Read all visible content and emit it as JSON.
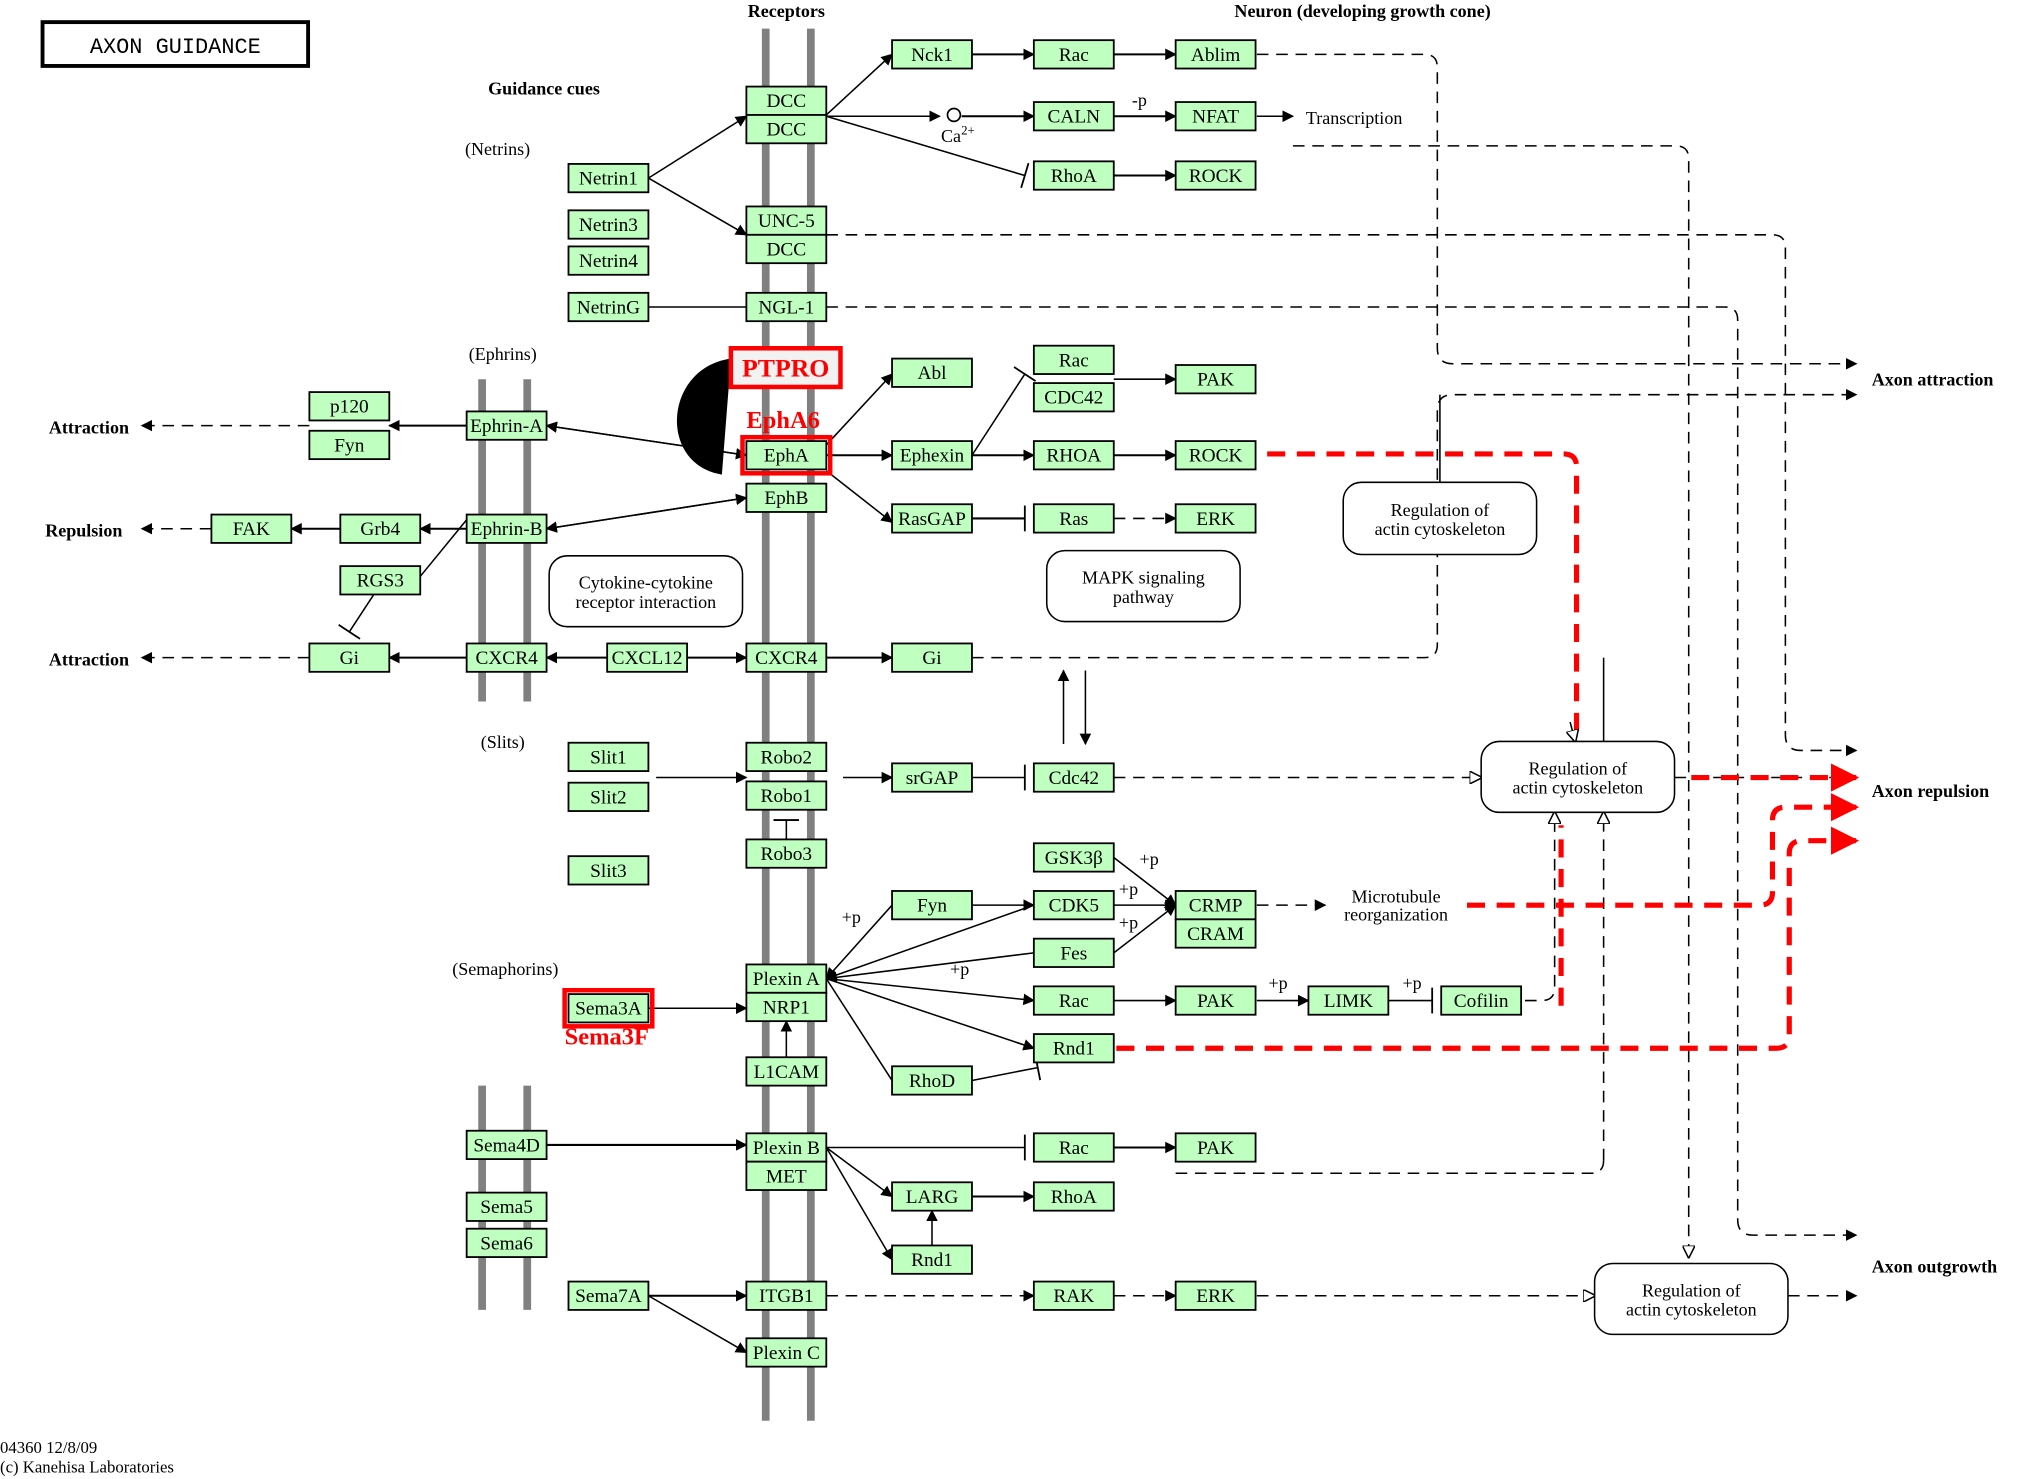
{
  "title": "AXON GUIDANCE",
  "footer": {
    "line1": "04360 12/8/09",
    "line2": "(c) Kanehisa Laboratories"
  },
  "headers": {
    "receptors": "Receptors",
    "neuron": "Neuron (developing growth cone)",
    "guidance_cues": "Guidance cues"
  },
  "groups": {
    "netrins": "(Netrins)",
    "ephrins": "(Ephrins)",
    "slits": "(Slits)",
    "semaphorins": "(Semaphorins)"
  },
  "colors": {
    "gene_fill": "#bfffbf",
    "highlight": "#ff0000",
    "membrane": "#808080"
  },
  "annotations": {
    "epha6": "EphA6",
    "sema3f": "Sema3F",
    "ca": "Ca",
    "ca_sup": "2+",
    "transcription": "Transcription",
    "microtubule1": "Microtubule",
    "microtubule2": "reorganization",
    "minus_p": "-p",
    "plus_p": "+p"
  },
  "outcomes": {
    "attraction": "Attraction",
    "repulsion": "Repulsion",
    "axon_attraction": "Axon attraction",
    "axon_repulsion": "Axon repulsion",
    "axon_outgrowth": "Axon outgrowth"
  },
  "maps": [
    {
      "id": "reg1",
      "line1": "Regulation of",
      "line2": "actin cytoskeleton"
    },
    {
      "id": "reg2",
      "line1": "Regulation of",
      "line2": "actin cytoskeleton"
    },
    {
      "id": "reg3",
      "line1": "Regulation of",
      "line2": "actin cytoskeleton"
    },
    {
      "id": "cytokine",
      "line1": "Cytokine-cytokine",
      "line2": "receptor interaction"
    },
    {
      "id": "mapk",
      "line1": "MAPK signaling",
      "line2": "pathway"
    }
  ],
  "nodes": [
    {
      "id": "netrin1",
      "label": "Netrin1"
    },
    {
      "id": "netrin3",
      "label": "Netrin3"
    },
    {
      "id": "netrin4",
      "label": "Netrin4"
    },
    {
      "id": "netring",
      "label": "NetrinG"
    },
    {
      "id": "dcc_a",
      "label": "DCC"
    },
    {
      "id": "dcc_b",
      "label": "DCC"
    },
    {
      "id": "unc5",
      "label": "UNC-5"
    },
    {
      "id": "dcc_c",
      "label": "DCC"
    },
    {
      "id": "ngl1",
      "label": "NGL-1"
    },
    {
      "id": "nck1",
      "label": "Nck1"
    },
    {
      "id": "rac1",
      "label": "Rac"
    },
    {
      "id": "ablim",
      "label": "Ablim"
    },
    {
      "id": "caln",
      "label": "CALN"
    },
    {
      "id": "nfat",
      "label": "NFAT"
    },
    {
      "id": "rhoa1",
      "label": "RhoA"
    },
    {
      "id": "rock1",
      "label": "ROCK"
    },
    {
      "id": "ptpro",
      "label": "PTPRO",
      "highlight": true
    },
    {
      "id": "epha",
      "label": "EphA",
      "highlight": true
    },
    {
      "id": "ephb",
      "label": "EphB"
    },
    {
      "id": "abl",
      "label": "Abl"
    },
    {
      "id": "rac2",
      "label": "Rac"
    },
    {
      "id": "cdc42a",
      "label": "CDC42"
    },
    {
      "id": "pak1",
      "label": "PAK"
    },
    {
      "id": "ephexin",
      "label": "Ephexin"
    },
    {
      "id": "rhoa2",
      "label": "RHOA"
    },
    {
      "id": "rock2",
      "label": "ROCK"
    },
    {
      "id": "rasgap",
      "label": "RasGAP"
    },
    {
      "id": "ras",
      "label": "Ras"
    },
    {
      "id": "erk1",
      "label": "ERK"
    },
    {
      "id": "p120",
      "label": "p120"
    },
    {
      "id": "fyn1",
      "label": "Fyn"
    },
    {
      "id": "ephrina",
      "label": "Ephrin-A"
    },
    {
      "id": "ephrinb",
      "label": "Ephrin-B"
    },
    {
      "id": "fak",
      "label": "FAK"
    },
    {
      "id": "grb4",
      "label": "Grb4"
    },
    {
      "id": "rgs3",
      "label": "RGS3"
    },
    {
      "id": "gi1",
      "label": "Gi"
    },
    {
      "id": "cxcr4a",
      "label": "CXCR4"
    },
    {
      "id": "cxcl12",
      "label": "CXCL12"
    },
    {
      "id": "cxcr4b",
      "label": "CXCR4"
    },
    {
      "id": "gi2",
      "label": "Gi"
    },
    {
      "id": "slit1",
      "label": "Slit1"
    },
    {
      "id": "slit2",
      "label": "Slit2"
    },
    {
      "id": "slit3",
      "label": "Slit3"
    },
    {
      "id": "robo2",
      "label": "Robo2"
    },
    {
      "id": "robo1",
      "label": "Robo1"
    },
    {
      "id": "robo3",
      "label": "Robo3"
    },
    {
      "id": "srgap",
      "label": "srGAP"
    },
    {
      "id": "cdc42b",
      "label": "Cdc42"
    },
    {
      "id": "gsk3b",
      "label": "GSK3β"
    },
    {
      "id": "cdk5",
      "label": "CDK5"
    },
    {
      "id": "fes",
      "label": "Fes"
    },
    {
      "id": "crmp",
      "label": "CRMP"
    },
    {
      "id": "cram",
      "label": "CRAM"
    },
    {
      "id": "fyn2",
      "label": "Fyn"
    },
    {
      "id": "plexina",
      "label": "Plexin A"
    },
    {
      "id": "nrp1",
      "label": "NRP1"
    },
    {
      "id": "sema3a",
      "label": "Sema3A",
      "highlight": true
    },
    {
      "id": "l1cam",
      "label": "L1CAM"
    },
    {
      "id": "rac3",
      "label": "Rac"
    },
    {
      "id": "pak2",
      "label": "PAK"
    },
    {
      "id": "limk",
      "label": "LIMK"
    },
    {
      "id": "cofilin",
      "label": "Cofilin"
    },
    {
      "id": "rnd1a",
      "label": "Rnd1"
    },
    {
      "id": "rhod",
      "label": "RhoD"
    },
    {
      "id": "sema4d",
      "label": "Sema4D"
    },
    {
      "id": "plexinb",
      "label": "Plexin B"
    },
    {
      "id": "met",
      "label": "MET"
    },
    {
      "id": "rac4",
      "label": "Rac"
    },
    {
      "id": "pak3",
      "label": "PAK"
    },
    {
      "id": "larg",
      "label": "LARG"
    },
    {
      "id": "rhoa3",
      "label": "RhoA"
    },
    {
      "id": "rnd1b",
      "label": "Rnd1"
    },
    {
      "id": "sema5",
      "label": "Sema5"
    },
    {
      "id": "sema6",
      "label": "Sema6"
    },
    {
      "id": "sema7a",
      "label": "Sema7A"
    },
    {
      "id": "itgb1",
      "label": "ITGB1"
    },
    {
      "id": "rak",
      "label": "RAK"
    },
    {
      "id": "erk2",
      "label": "ERK"
    },
    {
      "id": "plexinc",
      "label": "Plexin C"
    }
  ]
}
